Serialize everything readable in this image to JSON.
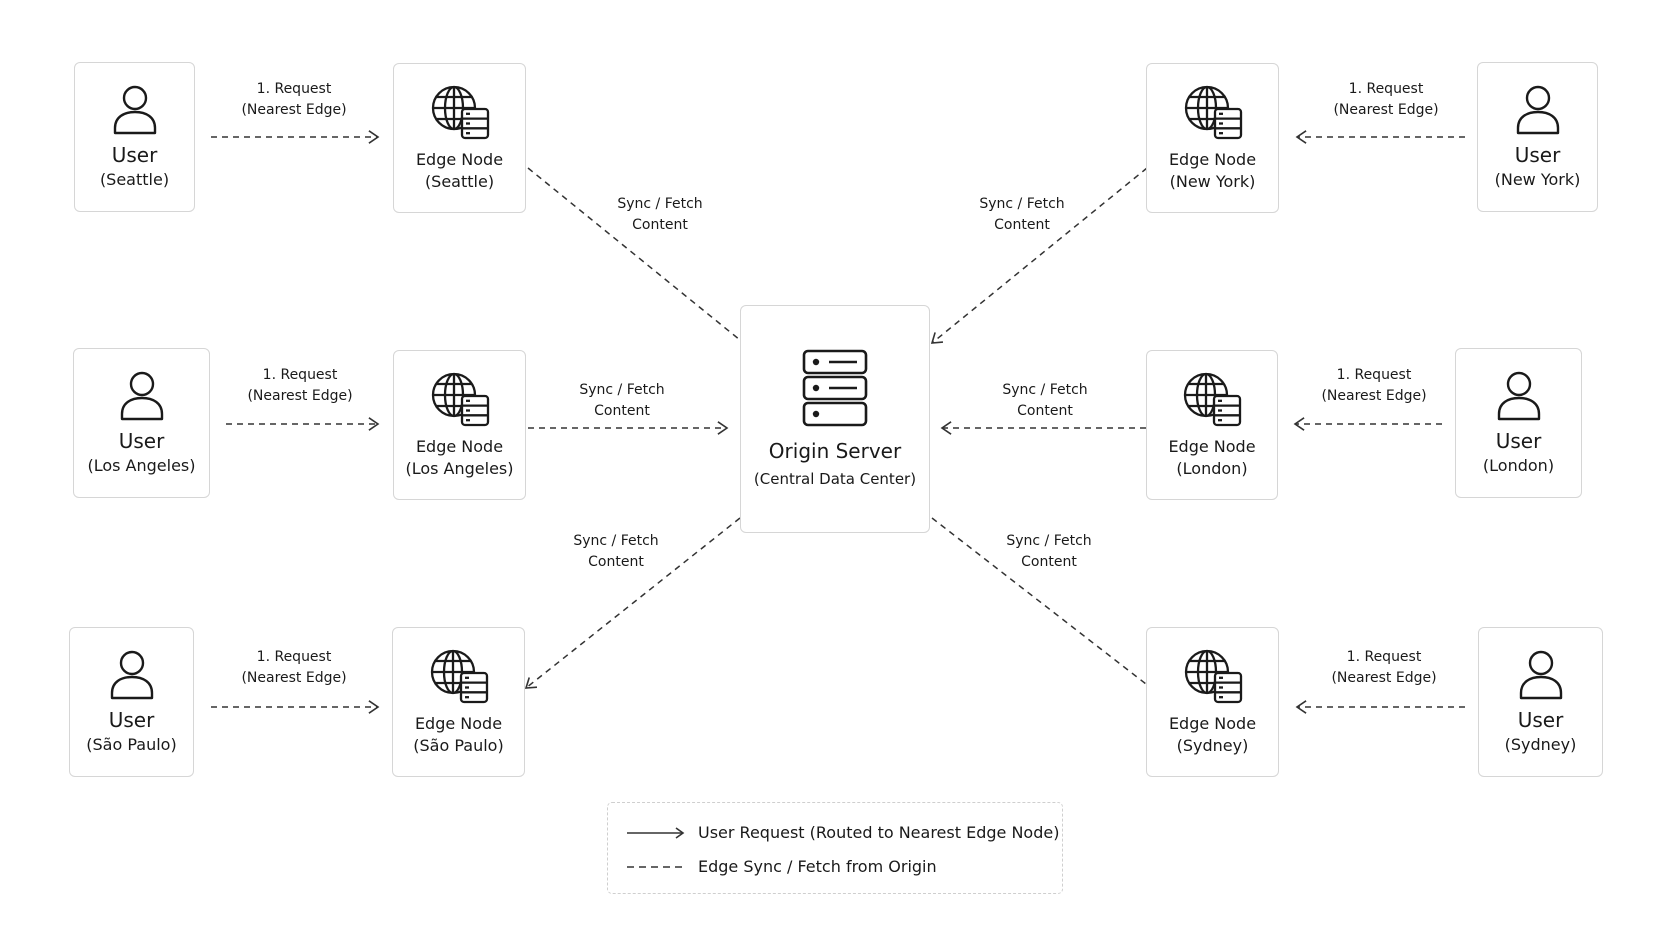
{
  "users": [
    {
      "id": "seattle",
      "title": "User",
      "sub": "(Seattle)"
    },
    {
      "id": "los-angeles",
      "title": "User",
      "sub": "(Los Angeles)"
    },
    {
      "id": "sao-paulo",
      "title": "User",
      "sub": "(São Paulo)"
    },
    {
      "id": "new-york",
      "title": "User",
      "sub": "(New York)"
    },
    {
      "id": "london",
      "title": "User",
      "sub": "(London)"
    },
    {
      "id": "sydney",
      "title": "User",
      "sub": "(Sydney)"
    }
  ],
  "edges": [
    {
      "id": "seattle",
      "title": "Edge Node",
      "sub": "(Seattle)"
    },
    {
      "id": "los-angeles",
      "title": "Edge Node",
      "sub": "(Los Angeles)"
    },
    {
      "id": "sao-paulo",
      "title": "Edge Node",
      "sub": "(São Paulo)"
    },
    {
      "id": "new-york",
      "title": "Edge Node",
      "sub": "(New York)"
    },
    {
      "id": "london",
      "title": "Edge Node",
      "sub": "(London)"
    },
    {
      "id": "sydney",
      "title": "Edge Node",
      "sub": "(Sydney)"
    }
  ],
  "origin": {
    "title": "Origin Server",
    "sub": "(Central Data Center)"
  },
  "request_label": {
    "line1": "1. Request",
    "line2": "(Nearest Edge)"
  },
  "sync_label": {
    "line1": "Sync / Fetch",
    "line2": "Content"
  },
  "legend": {
    "solid": "User Request (Routed to Nearest Edge Node)",
    "dashed": "Edge Sync / Fetch from Origin"
  },
  "colors": {
    "line": "#333333",
    "box_border": "#d6d6d6",
    "legend_border": "#cfcfcf"
  },
  "icons": {
    "user": "user-icon",
    "edge": "globe-server-icon",
    "origin": "server-stack-icon"
  }
}
